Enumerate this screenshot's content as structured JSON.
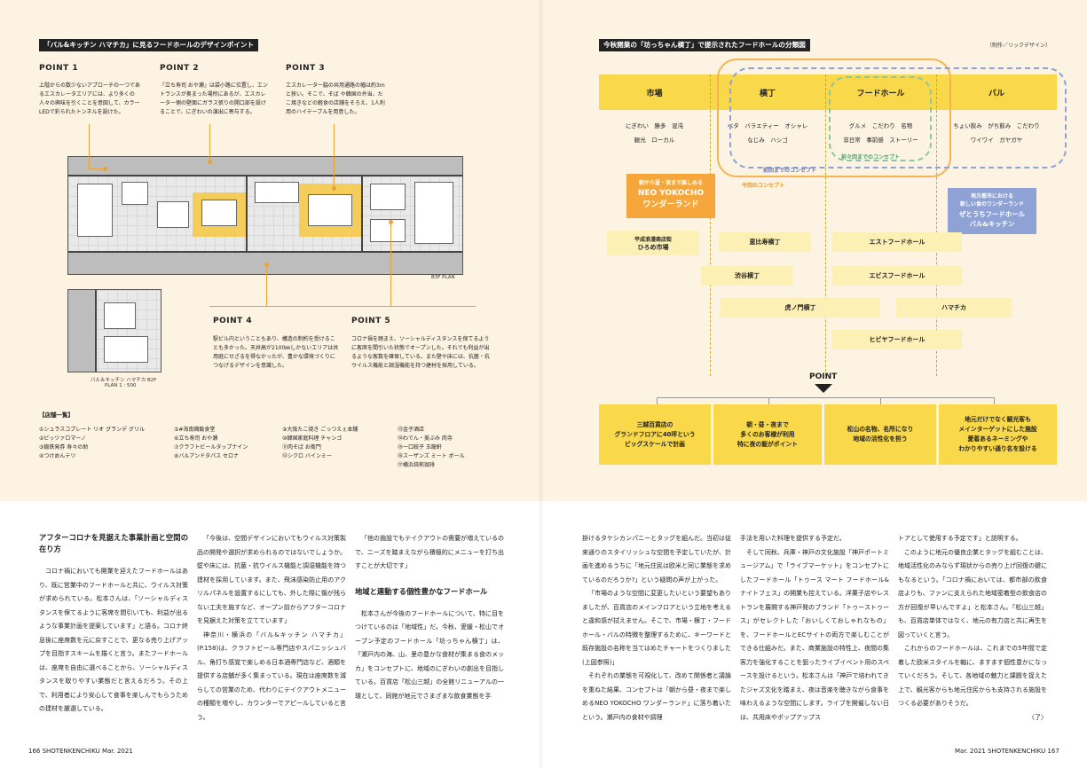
{
  "left_page": {
    "section_title": "「バル&キッチン ハマチカ」に見るフードホールのデザインポイント",
    "points": [
      {
        "head": "POINT 1",
        "text": "上階からの数少ないアプローチの一つであるエスカレータエリアには、より多くの人々の興味を引くことを意図して、カラーLEDで彩られたトンネルを設けた。"
      },
      {
        "head": "POINT 2",
        "text": "『立ち寿司 おや瀬』は袋小路に位置し、エントランスが奥まった場所にあるが、エスカレーター側の壁面にガラス張りの開口部を設けることで、にぎわいの演出に寄与する。"
      },
      {
        "head": "POINT 3",
        "text": "エスカレーター脇の共用通路の幅は約3mと狭い。そこで、そば や韓国の弁当、たこ焼きなどの軽食の店舗をそろえ、1人利用のハイテーブルを用意した。"
      },
      {
        "head": "POINT 4",
        "text": "駅ビル内ということもあり、構造の制約を受けることも多かった。天井高が2100㎜しかないエリアは共用庭にせざるを得なかったが、豊かな環境づくりにつなげるデザインを意識した。"
      },
      {
        "head": "POINT 5",
        "text": "コロナ禍を踏まえ、ソーシャルディスタンスを保てるように客席を間引いた状態でオープンした。それでも利益が出るような客数を確保している。また壁や床には、抗菌・抗ウイルス機能と調湿機能を持つ建材を採用している。"
      }
    ],
    "plan_label": "B3F PLAN",
    "plan2_label": [
      "バル＆キッチン ハマチカ B2F",
      "PLAN 1 : 500"
    ],
    "store_list_title": "【店舗一覧】",
    "store_cols": [
      [
        "①シュラスコプレート リオ グランデ グリル",
        "②ピッツァロマーノ",
        "③鍛鉄発券 寿々の助",
        "④つけめんテツ"
      ],
      [
        "⑤#海南鶏飯食堂",
        "⑥立ち寿司 おや瀬",
        "⑦クラフトビールタップナイン",
        "⑧バルアンドタパス セロナ"
      ],
      [
        "⑨大阪たこ焼き ごっつえぇ本舗",
        "⑩韓国家庭料理 チャンゴ",
        "⑪肉そば お衛門",
        "⑫シクロ バインミー"
      ],
      [
        "⑬金子酒店",
        "⑭わでん・美ぶみ 肉寺",
        "⑮一口餃子 玉龍軒",
        "⑯スーザンズ ミート ボール",
        "⑰横浜焙煎珈琲"
      ]
    ],
    "body_heading": "アフターコロナを見据えた事業計画と空間の在り方",
    "body": [
      "コロナ禍においても開業を迎えたフードホールはあり、既に営業中のフードホールと共に、ウイルス対策が求められている。松本さんは、「ソーシャルディスタンスを保てるように客席を間引いても、利益が出るような事業計画を提案しています」と語る。コロナ終息後に座席数を元に戻すことで、更なる売り上げアップを目指すスキームを描くと言う。またフードホールは、座席を自由に選べることから、ソーシャルディスタンスを取りやすい業態だと言えるだろう。その上で、利用者により安心して食事を楽しんでもらうための建材を厳選している。",
      "「今後は、空間デザインにおいてもウイルス対策製品の開発や選択が求められるのではないでしょうか。壁や床には、抗菌・抗ウイルス機能と調湿機能を持つ建材を採用しています。また、飛沫感染防止用のアクリルパネルを設置するにしても、外した際に傷が残らない工夫を施すなど、オープン前からアフターコロナを見据えた対策を立てています」",
      "神奈川・横浜の「バル&キッチン ハマチカ」(P.158)は、クラフトビール専門店やスパニッシュバル、角打ち感覚で楽しめる日本酒専門店など、酒類を提供する店舗が多く集まっている。現在は座席数を減らしての営業のため、代わりにテイクアウトメニューの種類を増やし、カウンターでアピールしていると言う。",
      "「他の施設でもテイクアウトの需要が増えているので、ニーズを踏まえながら積極的にメニューを打ち出すことが大切です」"
    ],
    "body_heading2": "地域と連動する個性豊かなフードホール",
    "body2": [
      "松本さんが今後のフードホールについて、特に目をつけているのは「地域性」だ。今秋、愛媛・松山でオープン予定のフードホール「坊っちゃん横丁」は、「瀬戸内の海、山、里の豊かな食材が集まる食のメッカ」をコンセプトに、地域のにぎわいの創出を目指している。百貨店「松山三越」の全館リニューアルの一環として、同館が地元でさまざまな飲食業態を手"
    ],
    "folio": "166   SHOTENKENCHIKU   Mar. 2021"
  },
  "right_page": {
    "section_title": "今秋開業の「坊っちゃん横丁」で提示されたフードホールの分類図",
    "credit": "（制作／リックデザイン）",
    "columns": [
      {
        "head": "市場",
        "words": [
          "にぎわい　勝多　混沌",
          "観光　ローカル"
        ]
      },
      {
        "head": "横丁",
        "words": [
          "ベタ　バラエティー　オシャレ",
          "なじみ　ハシゴ"
        ]
      },
      {
        "head": "フードホール",
        "words": [
          "グルメ　こだわり　名物",
          "非日常　事前感　ストーリー"
        ]
      },
      {
        "head": "バル",
        "words": [
          "ちょい飲み　がち飲み　こだわり",
          "ワイワイ　ガヤガヤ"
        ]
      }
    ],
    "concepts": {
      "prev2": "前々回までのコンセプト",
      "prev": "前回までのコンセプト",
      "current": "今回のコンセプト"
    },
    "orange_box": [
      "朝から昼・夜まで楽しめる",
      "NEO YOKOCHO",
      "ワンダーランド"
    ],
    "blue_box": [
      "地方都市における",
      "新しい食のワンダーランド",
      "ぜとうちフードホール",
      "バル&キッチン"
    ],
    "examples": [
      [
        "平成浪漫商店街",
        "ひろめ市場"
      ],
      [
        "恵比寿横丁"
      ],
      [
        "エストフードホール"
      ],
      [
        "渋谷横丁"
      ],
      [
        "エビスフードホール"
      ],
      [
        "虎ノ門横丁"
      ],
      [
        "ハマチカ"
      ],
      [
        "ヒビヤフードホール"
      ]
    ],
    "point_label": "POINT",
    "outcomes": [
      [
        "三越百貨店の",
        "グランドフロアに40坪という",
        "ビッグスケールで計画"
      ],
      [
        "朝・昼・夜まで",
        "多くのお客様が利用",
        "特に夜の飯がポイント"
      ],
      [
        "松山の名物、名所になり",
        "地域の活性化を担う"
      ],
      [
        "地元だけでなく観光客も",
        "メインターゲットにした施設",
        "愛着あるネーミングや",
        "わかりやすい通り名を設ける"
      ]
    ],
    "body": [
      "掛けるタケシカンパニーとタッグを組んだ。当初は従来通りのスタイリッシュな空間を予定していたが、計画を進めるうちに「地元住民は欧米と同じ業態を求めているのだろうか?」という疑問の声が上がった。",
      "「市場のような空間に変更したいという要望もありましたが、百貨店のメインフロアという立地を考えると違和感が拭えません。そこで、市場・横丁・フードホール・バルの特徴を整理するために、キーワードと既存施設の名称を当てはめたチャートをつくりました(上図参照)」",
      "それぞれの業態を可視化して、改めて関係者と議論を重ねた結果、コンセプトは「朝から昼・夜まで楽しめるNEO YOKOCHO ワンダーランド」に落ち着いたという。瀬戸内の食材や調理",
      "手法を用いた料理を提供する予定だ。",
      "そして同秋、兵庫・神戸の文化施設「神戸ポートミュージアム」で「ライブマーケット」をコンセプトにしたフードホール「トゥース マート フードホール&ナイトフェス」の開業も控えている。洋菓子店やレストランを展開する神戸発のブランド「トゥーストゥース」がセレクトした「おいしくておしゃれなもの」を、フードホールとECサイトの両方で楽しむことができる仕組みだ。また、商業施設の特性上、夜間の集客力を強化することを狙ったライブイベント用のスペースを設けるという。松本さんは「神戸で培われてきたジャズ文化を踏まえ、夜は音楽を聴きながら食事を味わえるような空間にします。ライブを開催しない日は、共用床やポップアップス",
      "トアとして使用する予定です」と説明する。",
      "このように地元の優良企業とタッグを組むことは、地域活性化のみならず現状からの売り上げ回復の鍵にもなるという。「コロナ禍においては、都市部の飲食店よりも、ファンに支えられた地域密着型の飲食店の方が回復が早いんですよ」と松本さん。「松山三越」も、百貨店単体ではなく、地元の有力店と共に再生を図っていくと言う。",
      "これからのフードホールは、これまでの5年間で定着した欧米スタイルを軸に、ますます個性豊かになっていくだろう。そして、各地域の魅力と課題を捉えた上で、観光客からも地元住民からも支持される施設をつくる必要がありそうだ。"
    ],
    "end_mark": "〈了〉",
    "folio": "Mar. 2021   SHOTENKENCHIKU   167"
  }
}
